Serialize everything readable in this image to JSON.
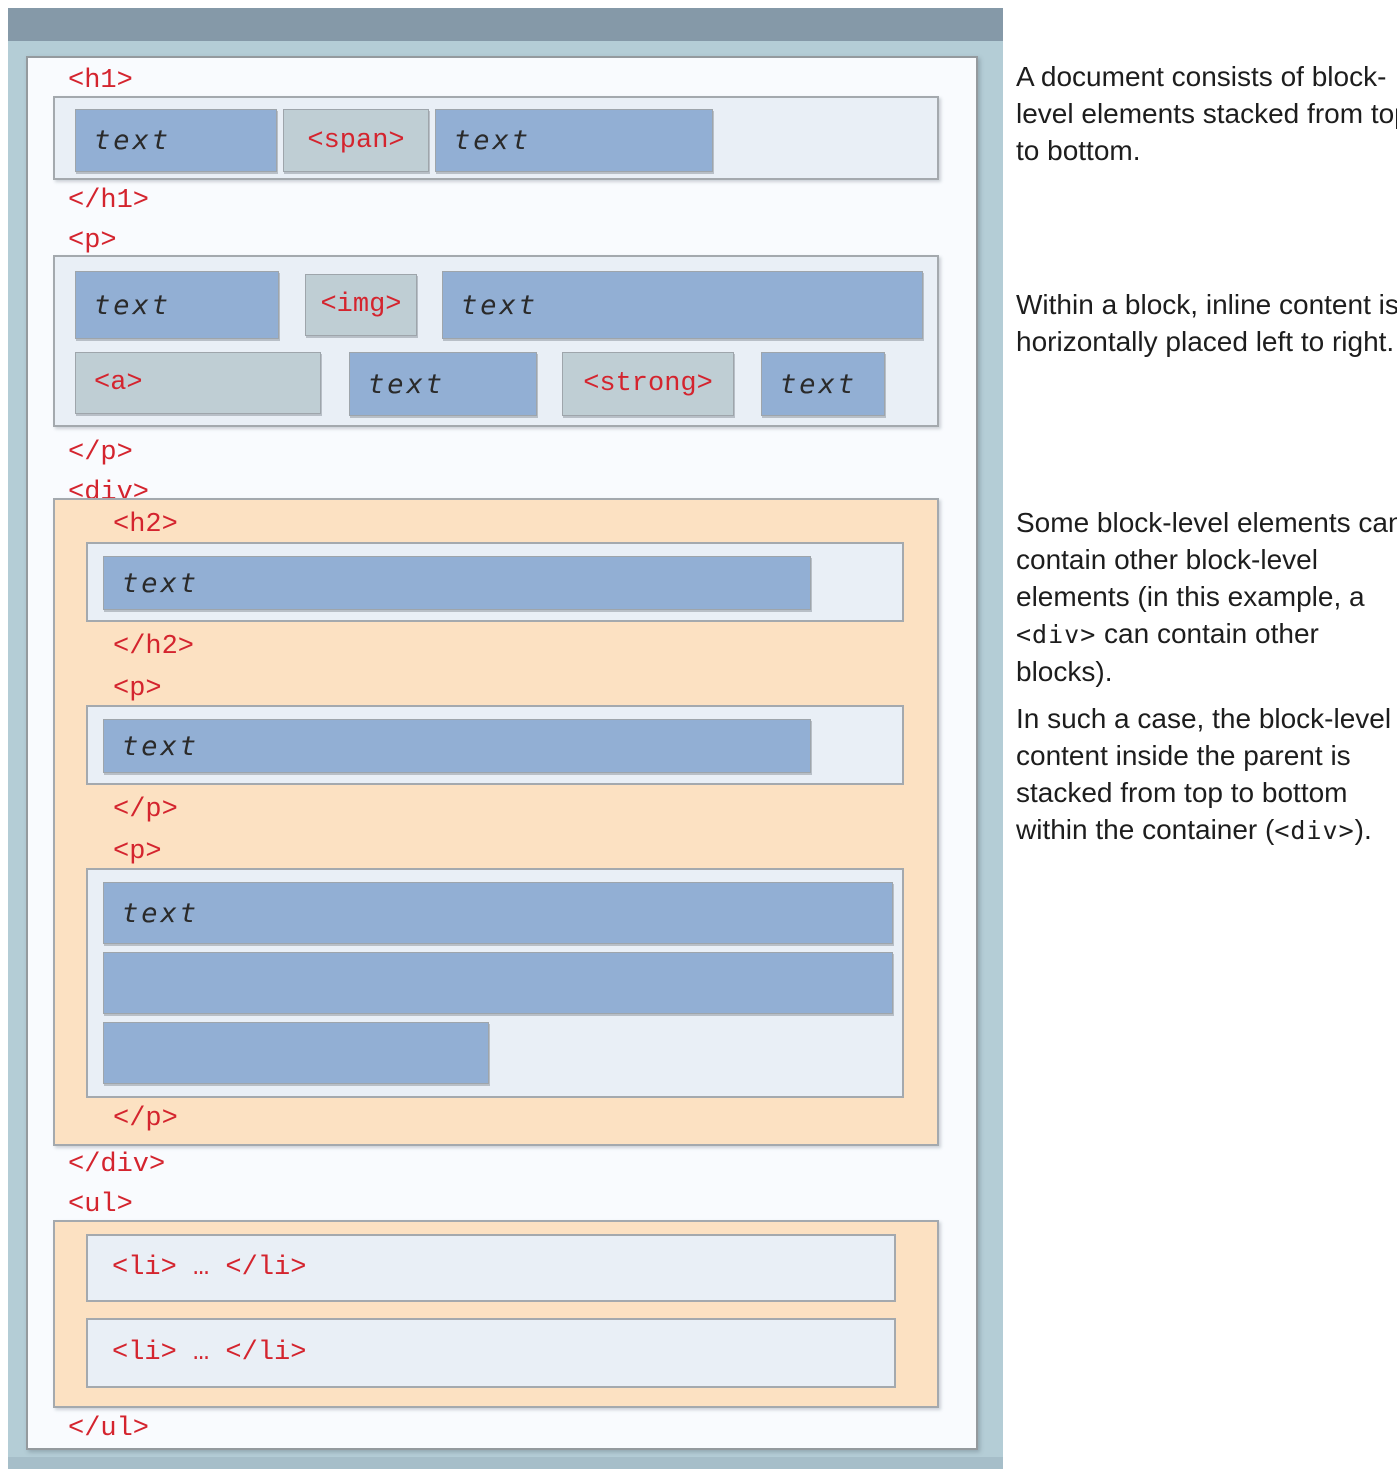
{
  "colors": {
    "red": "#d4242e",
    "blue": "#92afd4",
    "gray": "#bfced4",
    "orange": "#fce1c2",
    "boxbg": "#e9eff6",
    "docbg": "#f9fbfe",
    "panel": "#b4cdd6",
    "topbar": "#8599a8",
    "strip": "#a6bec9"
  },
  "tags": {
    "h1_open": "<h1>",
    "h1_close": "</h1>",
    "p_open": "<p>",
    "p_close": "</p>",
    "div_open": "<div>",
    "div_close": "</div>",
    "ul_open": "<ul>",
    "ul_close": "</ul>",
    "h2_open": "<h2>",
    "h2_close": "</h2>"
  },
  "labels": {
    "text": "text",
    "span": "<span>",
    "img": "<img>",
    "a": "<a>",
    "strong": "<strong>",
    "li": "<li> … </li>"
  },
  "annotations": [
    {
      "segments": [
        {
          "text": "A document consists of block-level elements stacked from top to bottom.",
          "mono": false
        }
      ]
    },
    {
      "segments": [
        {
          "text": "Within a block, inline content is horizontally placed left to right.",
          "mono": false
        }
      ]
    },
    {
      "segments": [
        {
          "text": "Some block-level elements can contain other block-level elements (in this example, a ",
          "mono": false
        },
        {
          "text": "<div>",
          "mono": true
        },
        {
          "text": " can contain other blocks).",
          "mono": false
        }
      ]
    },
    {
      "segments": [
        {
          "text": "In such a case, the block-level content inside the parent is stacked from top to bottom within the container (",
          "mono": false
        },
        {
          "text": "<div>",
          "mono": true
        },
        {
          "text": ").",
          "mono": false
        }
      ]
    }
  ]
}
